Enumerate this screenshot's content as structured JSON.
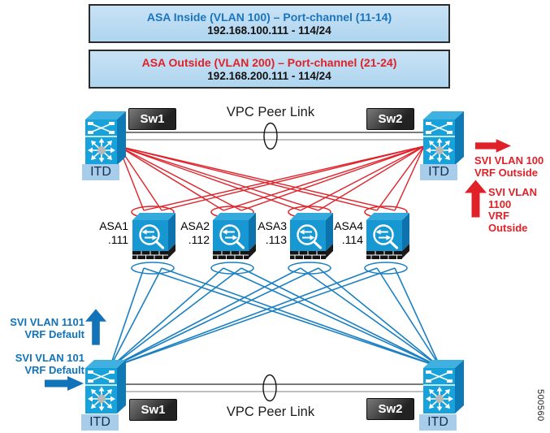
{
  "banners": [
    {
      "title": "ASA Inside (VLAN 100) – Port-channel (11-14)",
      "subtitle": "192.168.100.111 - 114/24",
      "title_color": "#1b75bc"
    },
    {
      "title": "ASA Outside (VLAN 200) – Port-channel (21-24)",
      "subtitle": "192.168.200.111 - 114/24",
      "title_color": "#e02127"
    }
  ],
  "switch_label": "ITD",
  "top": {
    "sw1": "Sw1",
    "sw2": "Sw2",
    "peer_link_label": "VPC Peer Link"
  },
  "bottom": {
    "sw1": "Sw1",
    "sw2": "Sw2",
    "peer_link_label": "VPC Peer Link"
  },
  "asas": [
    {
      "name": "ASA1",
      "ip": ".111"
    },
    {
      "name": "ASA2",
      "ip": ".112"
    },
    {
      "name": "ASA3",
      "ip": ".113"
    },
    {
      "name": "ASA4",
      "ip": ".114"
    }
  ],
  "annotations": {
    "svi_vlan_100": {
      "line1": "SVI VLAN 100",
      "line2": "VRF Outside",
      "arrow": "right",
      "color": "#e02127"
    },
    "svi_vlan_1100": {
      "line1": "SVI VLAN 1100",
      "line2": "VRF Outside",
      "arrow": "up",
      "color": "#e02127"
    },
    "svi_vlan_1101": {
      "line1": "SVI VLAN 1101",
      "line2": "VRF Default",
      "arrow": "up",
      "color": "#1273b8"
    },
    "svi_vlan_101": {
      "line1": "SVI VLAN 101",
      "line2": "VRF Default",
      "arrow": "right",
      "color": "#1273b8"
    }
  },
  "figure_id": "500560",
  "colors": {
    "red_links": "#e0222a",
    "blue_links": "#1b80c2",
    "switch_front": "#17a2dc",
    "asa_front": "#1798d3",
    "banner_fill": "#b9dcf2",
    "itd_fill": "#a7cdeb"
  }
}
